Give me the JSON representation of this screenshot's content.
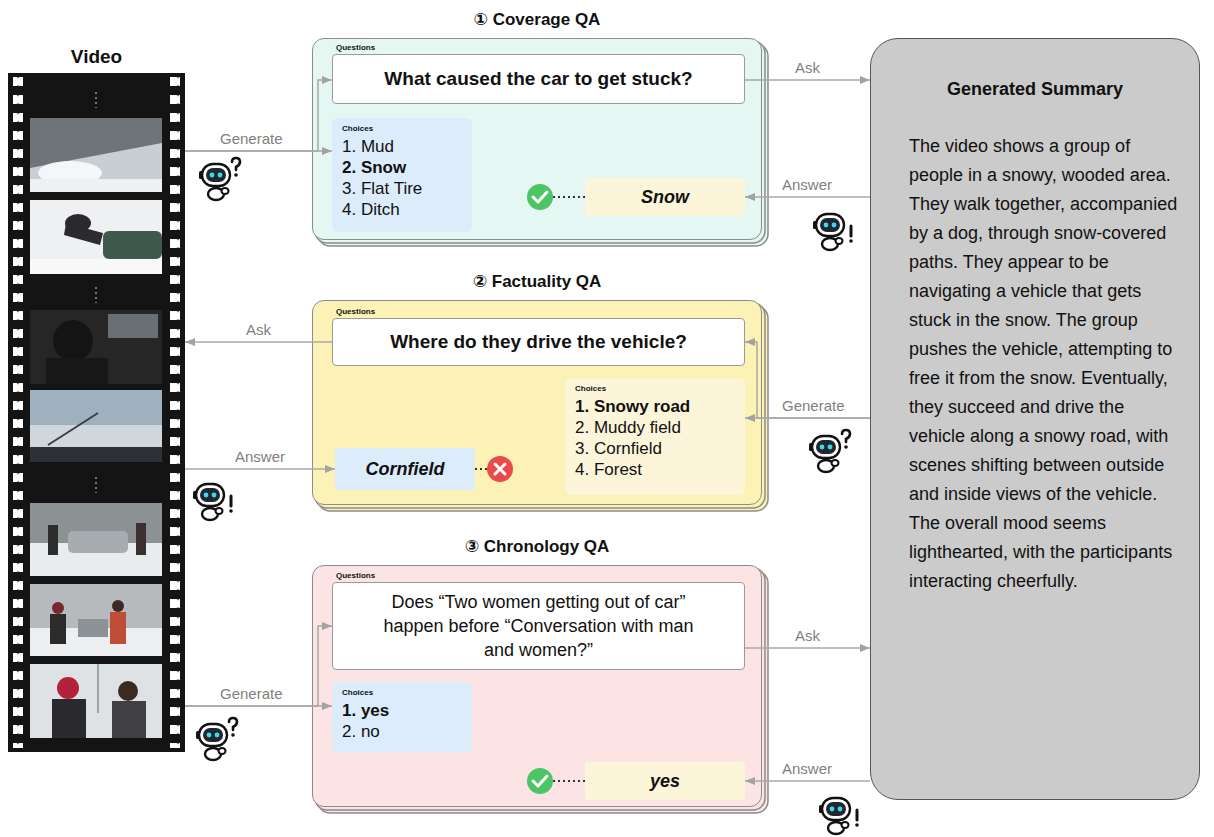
{
  "diagram": {
    "nodes": [
      {
        "text": [
          "Video"
        ]
      },
      {
        "text": [
          "① Coverage QA"
        ]
      },
      {
        "text": [
          "Questions",
          "What caused the car to get stuck?"
        ],
        "in": 1
      },
      {
        "text": [
          "Choices",
          "1. Mud",
          "2. Snow",
          "3. Flat Tire",
          "4. Ditch"
        ],
        "in": 1
      },
      {
        "text": [
          "Snow"
        ],
        "in": 1
      },
      {
        "text": [
          "② Factuality QA"
        ]
      },
      {
        "text": [
          "Questions",
          "Where do they drive the vehicle?"
        ],
        "in": 5
      },
      {
        "text": [
          "Choices",
          "1. Snowy road",
          "2. Muddy field",
          "3. Cornfield",
          "4. Forest"
        ],
        "in": 5
      },
      {
        "text": [
          "Cornfield"
        ],
        "in": 5
      },
      {
        "text": [
          "③ Chronology QA"
        ]
      },
      {
        "text": [
          "Questions",
          "Does “Two women getting out of car” happen before “Conversation with man and women?”"
        ],
        "in": 9
      },
      {
        "text": [
          "Choices",
          "1. yes",
          "2. no"
        ],
        "in": 9
      },
      {
        "text": [
          "yes"
        ],
        "in": 9
      },
      {
        "text": [
          "Generated Summary",
          "The video shows a group of people in a snowy, wooded area. They walk together, accompanied by a dog, through snow-covered paths. They appear to be navigating a vehicle that gets stuck in the snow. The group pushes the vehicle, attempting to free it from the snow. Eventually, they succeed and drive the vehicle along a snowy road, with scenes shifting between outside and inside views of the vehicle. The overall mood seems lighthearted, with the participants interacting cheerfully."
        ]
      }
    ],
    "edges": [
      {
        "from": 0,
        "to": 2,
        "label": "Generate",
        "arrow": "to"
      },
      {
        "from": 0,
        "to": 3,
        "arrow": "to"
      },
      {
        "from": 2,
        "to": 13,
        "label": "Ask",
        "arrow": "to"
      },
      {
        "from": 13,
        "to": 4,
        "label": "Answer",
        "arrow": "to"
      },
      {
        "from": 6,
        "to": 0,
        "label": "Ask",
        "arrow": "to"
      },
      {
        "from": 13,
        "to": 6,
        "label": "Generate",
        "arrow": "to"
      },
      {
        "from": 13,
        "to": 7,
        "arrow": "to"
      },
      {
        "from": 0,
        "to": 8,
        "label": "Answer",
        "arrow": "to"
      },
      {
        "from": 0,
        "to": 10,
        "label": "Generate",
        "arrow": "to"
      },
      {
        "from": 0,
        "to": 11,
        "arrow": "to"
      },
      {
        "from": 10,
        "to": 13,
        "label": "Ask",
        "arrow": "to"
      },
      {
        "from": 13,
        "to": 12,
        "label": "Answer",
        "arrow": "to"
      }
    ]
  }
}
